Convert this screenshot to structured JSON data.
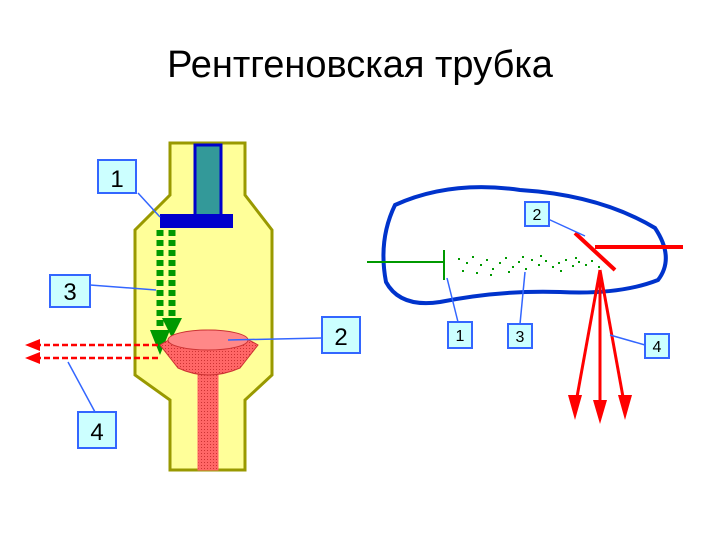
{
  "title": "Рентгеновская трубка",
  "left_diagram": {
    "labels": {
      "cathode": "1",
      "anode": "2",
      "electron_beam": "3",
      "xray": "4"
    }
  },
  "right_diagram": {
    "labels": {
      "cathode": "1",
      "anode": "2",
      "electron_beam": "3",
      "xray": "4"
    }
  },
  "colors": {
    "tube_fill": "#FFFF99",
    "tube_outline": "#999900",
    "callout_fill": "#CCFFFF",
    "callout_border": "#3366FF",
    "cathode_blue": "#0000CC",
    "cathode_teal": "#339999",
    "electron_green": "#009900",
    "anode_red": "#FF6666",
    "xray_red": "#FF0000",
    "right_outline": "#0033CC"
  }
}
